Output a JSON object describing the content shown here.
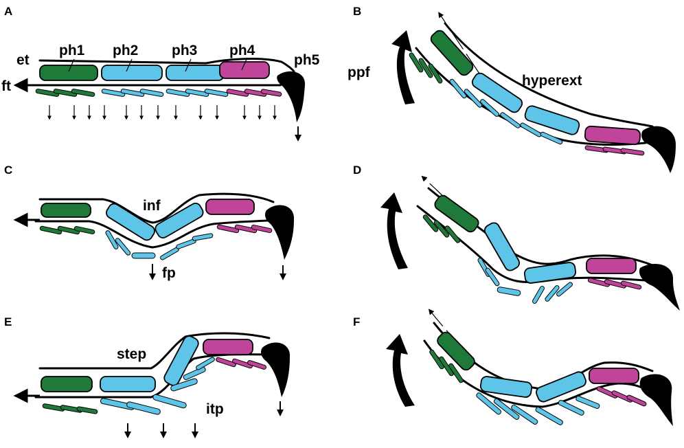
{
  "colors": {
    "ph1": "#1f7a3a",
    "ph2": "#5ec4e8",
    "ph3": "#5ec4e8",
    "ph4": "#c0449a",
    "ph5": "#000000",
    "outline": "#000000",
    "background": "#ffffff"
  },
  "panels": [
    {
      "letter": "A",
      "terms": [
        "et",
        "ph1",
        "ph2",
        "ph3",
        "ph4",
        "ph5",
        "ft"
      ]
    },
    {
      "letter": "B",
      "terms": [
        "ppf",
        "hyperext"
      ]
    },
    {
      "letter": "C",
      "terms": [
        "inf",
        "fp"
      ]
    },
    {
      "letter": "D",
      "terms": []
    },
    {
      "letter": "E",
      "terms": [
        "step",
        "itp"
      ]
    },
    {
      "letter": "F",
      "terms": []
    }
  ],
  "labels": {
    "et": "et",
    "ph1": "ph1",
    "ph2": "ph2",
    "ph3": "ph3",
    "ph4": "ph4",
    "ph5": "ph5",
    "ft": "ft",
    "ppf": "ppf",
    "hyperext": "hyperext",
    "inf": "inf",
    "fp": "fp",
    "step": "step",
    "itp": "itp"
  },
  "icons": [
    "large-curved-arrow-icon",
    "dashed-arrow-icon",
    "force-arrow-icon",
    "claw-icon"
  ]
}
